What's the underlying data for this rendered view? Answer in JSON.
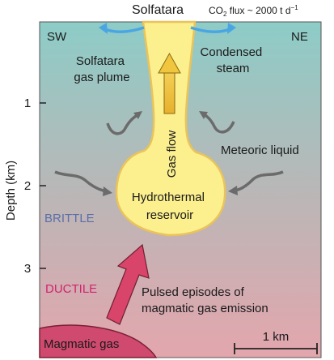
{
  "title": "Solfatara",
  "flux_label": {
    "prefix": "CO",
    "subscript": "2",
    "middle": " flux ~ 2000 t d",
    "superscript": "−1"
  },
  "directions": {
    "left": "SW",
    "right": "NE"
  },
  "axis": {
    "label": "Depth (km)",
    "ticks": [
      "1",
      "2",
      "3"
    ]
  },
  "labels": {
    "plume_line1": "Solfatara",
    "plume_line2": "gas plume",
    "steam_line1": "Condensed",
    "steam_line2": "steam",
    "gas_flow": "Gas flow",
    "meteoric": "Meteoric liquid",
    "reservoir_line1": "Hydrothermal",
    "reservoir_line2": "reservoir",
    "brittle": "BRITTLE",
    "ductile": "DUCTILE",
    "pulsed_line1": "Pulsed episodes of",
    "pulsed_line2": "magmatic gas emission",
    "magmatic_gas": "Magmatic gas",
    "scale": "1 km"
  },
  "colors": {
    "background_top": "#8ccbc6",
    "background_bottom": "#e0a6ad",
    "conduit_fill": "#fbef8e",
    "conduit_stroke": "#eac35a",
    "gas_arrow": "#e6b12e",
    "steam_arrows": "#4aa6e3",
    "meteoric_arrows": "#6b6b6b",
    "magma": "#cf4a6e",
    "magmatic_arrow": "#d9456a",
    "brittle_text": "#5b6fa8",
    "ductile_text": "#d1236e"
  }
}
